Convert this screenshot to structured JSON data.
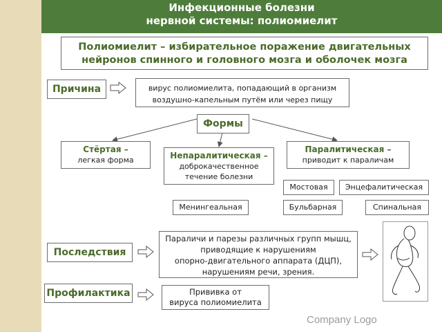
{
  "header": {
    "title_line1": "Инфекционные болезни",
    "title_line2": "нервной системы: полиомиелит"
  },
  "definition": {
    "line1": "Полиомиелит –  избирательное поражение двигательных",
    "line2": "нейронов спинного и головного мозга и оболочек мозга"
  },
  "cause": {
    "label": "Причина",
    "text_line1": "вирус полиомиелита, попадающий в организм",
    "text_line2": "воздушно-капельным путём или через пищу"
  },
  "forms": {
    "label": "Формы",
    "erased": {
      "title": "Стёртая –",
      "sub": "легкая форма"
    },
    "nonparalytic": {
      "title": "Непаралитическая –",
      "sub1": "доброкачественное",
      "sub2": "течение болезни"
    },
    "paralytic": {
      "title": "Паралитическая –",
      "sub": "приводит к параличам"
    },
    "meningeal": "Менингеальная",
    "pontine": "Мостовая",
    "encephalitic": "Энцефалитическая",
    "bulbar": "Бульбарная",
    "spinal": "Спинальная"
  },
  "consequences": {
    "label": "Последствия",
    "line1": "Параличи и парезы различных групп мышц,",
    "line2": "приводящие к нарушениям",
    "line3": "опорно-двигательного аппарата (ДЦП),",
    "line4": "нарушениям речи, зрения."
  },
  "prevention": {
    "label": "Профилактика",
    "line1": "Прививка от",
    "line2": "вируса полиомиелита"
  },
  "footer": {
    "logo": "Company Logo"
  },
  "colors": {
    "header": "#4e7d3b",
    "sidebar": "#e8dcb8",
    "accent_text": "#4b6b2a"
  }
}
